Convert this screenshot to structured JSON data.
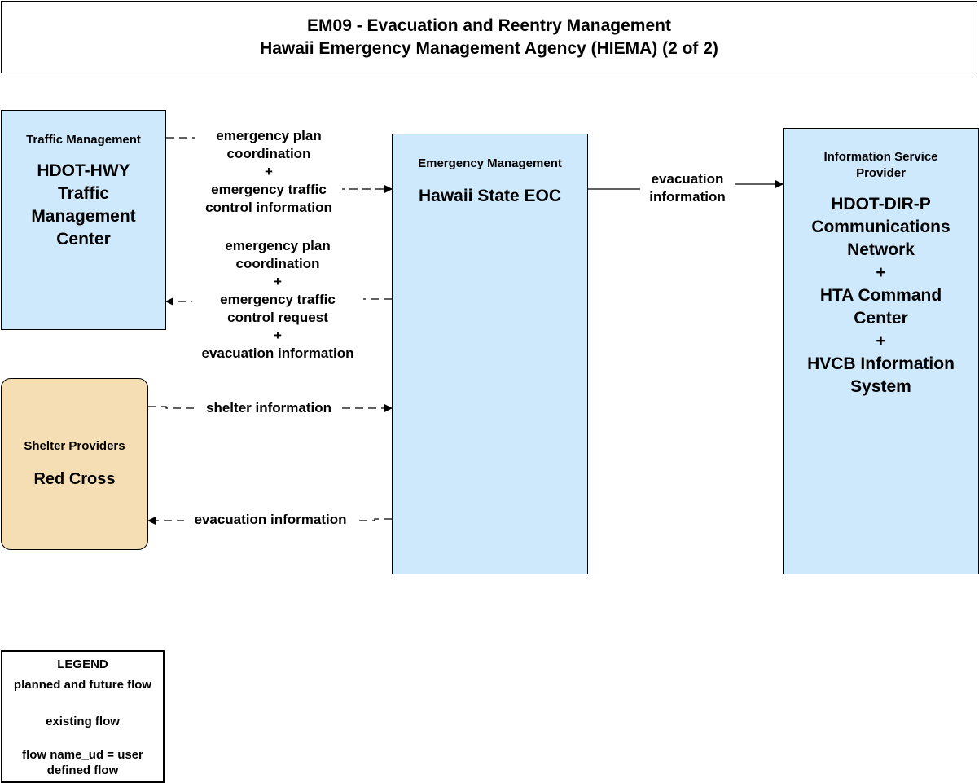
{
  "title": {
    "line1": "EM09 - Evacuation and Reentry Management",
    "line2": "Hawaii Emergency Management Agency (HIEMA) (2 of 2)"
  },
  "nodes": {
    "traffic": {
      "category": "Traffic Management",
      "name": [
        "HDOT-HWY",
        "Traffic",
        "Management",
        "Center"
      ]
    },
    "eoc": {
      "category": "Emergency Management",
      "name": [
        "Hawaii State EOC"
      ]
    },
    "isp": {
      "category": [
        "Information Service",
        "Provider"
      ],
      "name": [
        "HDOT-DIR-P",
        "Communications",
        "Network",
        "+",
        "HTA Command",
        "Center",
        "+",
        "HVCB Information",
        "System"
      ]
    },
    "shelter": {
      "category": "Shelter Providers",
      "name": [
        "Red Cross"
      ]
    }
  },
  "flows": {
    "tm_to_eoc": [
      "emergency plan",
      "coordination",
      "+",
      "emergency traffic",
      "control information"
    ],
    "eoc_to_tm": [
      "emergency plan",
      "coordination",
      "+",
      "emergency traffic",
      "control request",
      "+",
      "evacuation information"
    ],
    "eoc_to_isp": [
      "evacuation",
      "information"
    ],
    "shelter_to_eoc": "shelter information",
    "eoc_to_shelter": "evacuation information"
  },
  "legend": {
    "title": "LEGEND",
    "planned": "planned and future flow",
    "existing": "existing flow",
    "note": [
      "flow name_ud = user",
      "defined flow"
    ]
  },
  "colors": {
    "node_fill": "#cfe9fc",
    "shelter_fill": "#f5deb3"
  }
}
